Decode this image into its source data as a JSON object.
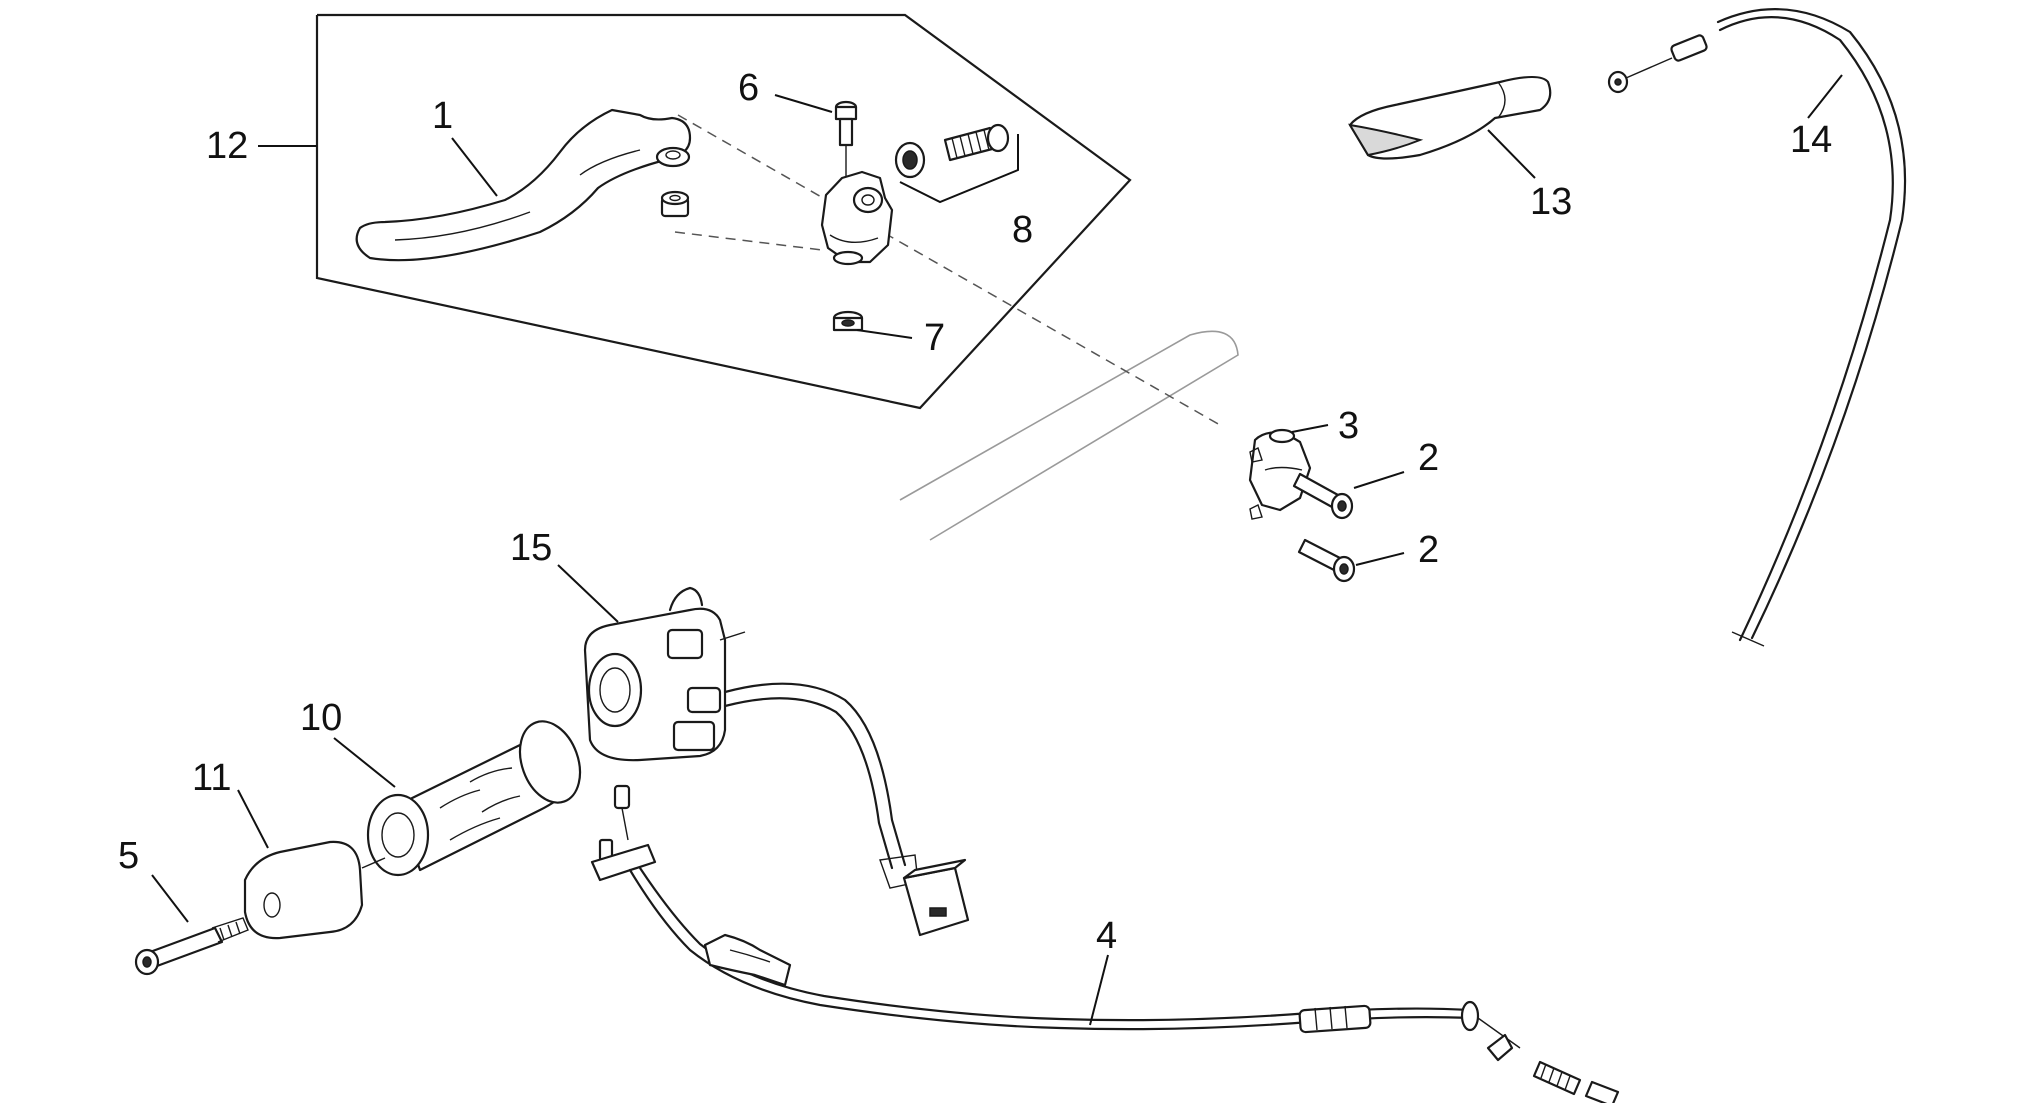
{
  "labels": {
    "p1": "1",
    "p2a": "2",
    "p2b": "2",
    "p3": "3",
    "p4": "4",
    "p5": "5",
    "p6": "6",
    "p7": "7",
    "p8": "8",
    "p10": "10",
    "p11": "11",
    "p12": "12",
    "p13": "13",
    "p14": "14",
    "p15": "15"
  }
}
